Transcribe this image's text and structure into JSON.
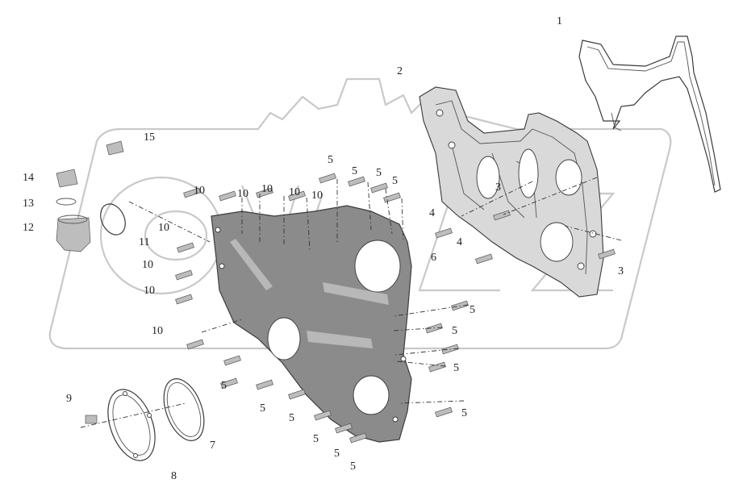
{
  "callouts": [
    {
      "id": "1",
      "text": "1"
    },
    {
      "id": "2",
      "text": "2"
    },
    {
      "id": "3a",
      "text": "3"
    },
    {
      "id": "3b",
      "text": "3"
    },
    {
      "id": "4a",
      "text": "4"
    },
    {
      "id": "4b",
      "text": "4"
    },
    {
      "id": "5",
      "text": "5"
    },
    {
      "id": "6",
      "text": "6"
    },
    {
      "id": "7",
      "text": "7"
    },
    {
      "id": "8",
      "text": "8"
    },
    {
      "id": "9",
      "text": "9"
    },
    {
      "id": "10",
      "text": "10"
    },
    {
      "id": "11",
      "text": "11"
    },
    {
      "id": "12",
      "text": "12"
    },
    {
      "id": "13",
      "text": "13"
    },
    {
      "id": "14",
      "text": "14"
    },
    {
      "id": "15",
      "text": "15"
    }
  ],
  "colors": {
    "line": "#3a3a3a",
    "plate": "#8b8b8b",
    "housing": "#d9d9d9",
    "watermark": "#c9c9c9"
  }
}
